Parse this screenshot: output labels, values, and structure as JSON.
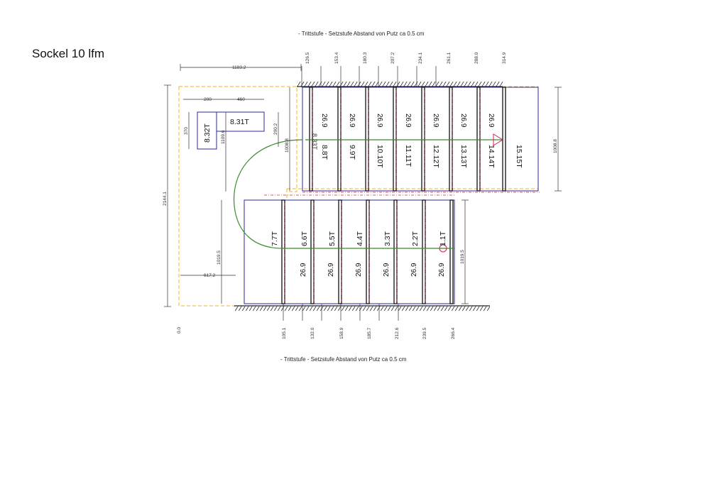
{
  "title": "Sockel 10 lfm",
  "note_top": "- Trittstufe - Setzstufe Abstand von Putz ca 0.5 cm",
  "note_bottom": "- Trittstufe - Setzstufe Abstand von Putz ca 0.5 cm",
  "colors": {
    "outline": "#2a2aa0",
    "guide": "#f0b429",
    "axis": "#cc2255",
    "walk_line": "#3a8a2a",
    "wall": "#222222"
  },
  "upper_flight": {
    "top_dims": [
      "126.5",
      "153.4",
      "180.3",
      "207.2",
      "234.1",
      "261.1",
      "288.0",
      "314.9"
    ],
    "treads": [
      "26.9",
      "26.9",
      "26.9",
      "26.9",
      "26.9",
      "26.9",
      "26.9"
    ],
    "steps": [
      "8.8T",
      "9.9T",
      "10.10T",
      "11.11T",
      "12.12T",
      "13.13T",
      "14.14T",
      "15.15T"
    ],
    "right_dim": "1008.8",
    "left_dim": "1008.8",
    "mid_dim": "200.2"
  },
  "lower_flight": {
    "bottom_dims": [
      "105.1",
      "132.0",
      "158.9",
      "185.7",
      "212.6",
      "239.5",
      "266.4"
    ],
    "treads": [
      "26.9",
      "26.9",
      "26.9",
      "26.9",
      "26.9",
      "26.9"
    ],
    "steps": [
      "7.7T",
      "6.6T",
      "5.5T",
      "4.4T",
      "3.3T",
      "2.2T",
      "1.1T"
    ],
    "right_dim": "1019.5",
    "left_dim": "1019.5"
  },
  "landing": {
    "box_big": "8.31T",
    "box_small": "8.32T",
    "dim_200": "200",
    "dim_460": "460",
    "dim_370": "370",
    "dim_1109": "1109.6",
    "extra_label": "8.33T"
  },
  "overall": {
    "width": "1183.2",
    "height": "2144.1",
    "offset": "617.2",
    "origin": "0.0"
  }
}
